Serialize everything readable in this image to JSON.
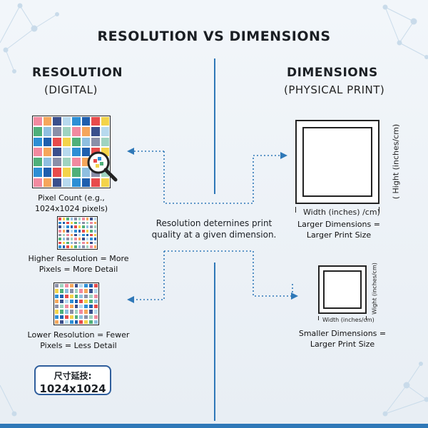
{
  "title": "RESOLUTION VS DIMENSIONS",
  "resolution": {
    "heading": "RESOLUTION",
    "sub": "(DIGITAL)",
    "pixel_count_caption_1": "Pixel Count (e.g.,",
    "pixel_count_caption_2": "1024x1024 pixels)",
    "higher_caption_1": "Higher Resolution = More",
    "higher_caption_2": "Pixels = More Detail",
    "lower_caption_1": "Lower Resolution = Fewer",
    "lower_caption_2": "Pixels = Less Detail"
  },
  "dimensions": {
    "heading": "DIMENSIONS",
    "sub": "(PHYSICAL PRINT)",
    "large_height_label": "( Hight (inches/cm)",
    "large_width_label": "Width (inches) /cm)",
    "large_caption_1": "Larger Dimensions =",
    "large_caption_2": "Larger Print Size",
    "small_height_label": "Wight (inches/cm)",
    "small_width_label": "Width (inches/cm)",
    "small_caption_1": "Smaller Dimensions =",
    "small_caption_2": "Larger Print Size"
  },
  "middle_text_1": "Resolution deternines print",
  "middle_text_2": "quality at a given dimension.",
  "badge": {
    "line1": "尺寸延技:",
    "line2": "1024x1024"
  },
  "colors": {
    "accent": "#2f78b8",
    "palette": [
      "#2d8fd5",
      "#1f5fae",
      "#e84b4b",
      "#f3d34a",
      "#4fb07a",
      "#8fbfe0",
      "#8a8fa8",
      "#9fd3c0",
      "#f28aa0",
      "#f6a65b",
      "#3a4f8c",
      "#b7d9ee"
    ]
  },
  "icons": [
    "magnifier-icon",
    "network-decoration-icon",
    "arrow-icon"
  ]
}
